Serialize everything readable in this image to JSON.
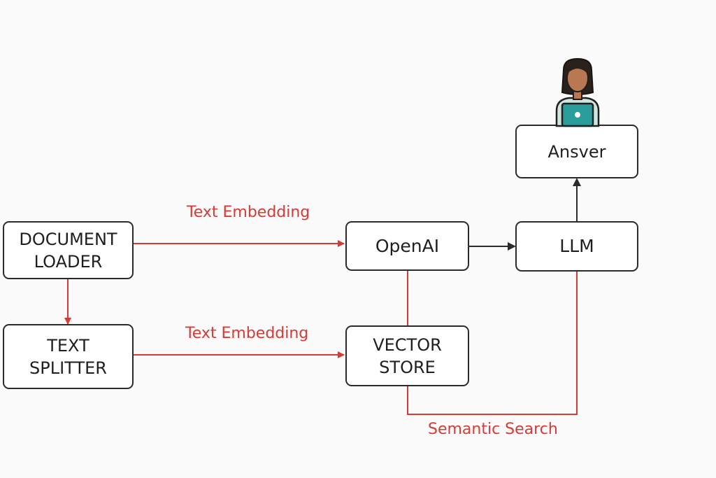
{
  "colors": {
    "node_border": "#2b2b2b",
    "text": "#1f1f1f",
    "red_edge": "#d93a34",
    "black_edge": "#2b2b2b",
    "laptop": "#2a9d9a",
    "shirt": "#cfe6e0",
    "skin": "#b97752",
    "hair": "#2b211c"
  },
  "nodes": {
    "document_loader": "DOCUMENT\nLOADER",
    "text_splitter": "TEXT\nSPLITTER",
    "openai": "OpenAI",
    "vector_store": "VECTOR\nSTORE",
    "llm": "LLM",
    "answer": "Ansver"
  },
  "edge_labels": {
    "loader_to_openai": "Text Embedding",
    "splitter_to_store": "Text Embedding",
    "store_to_llm": "Semantic Search"
  },
  "icons": {
    "user": "person-with-laptop-icon"
  }
}
